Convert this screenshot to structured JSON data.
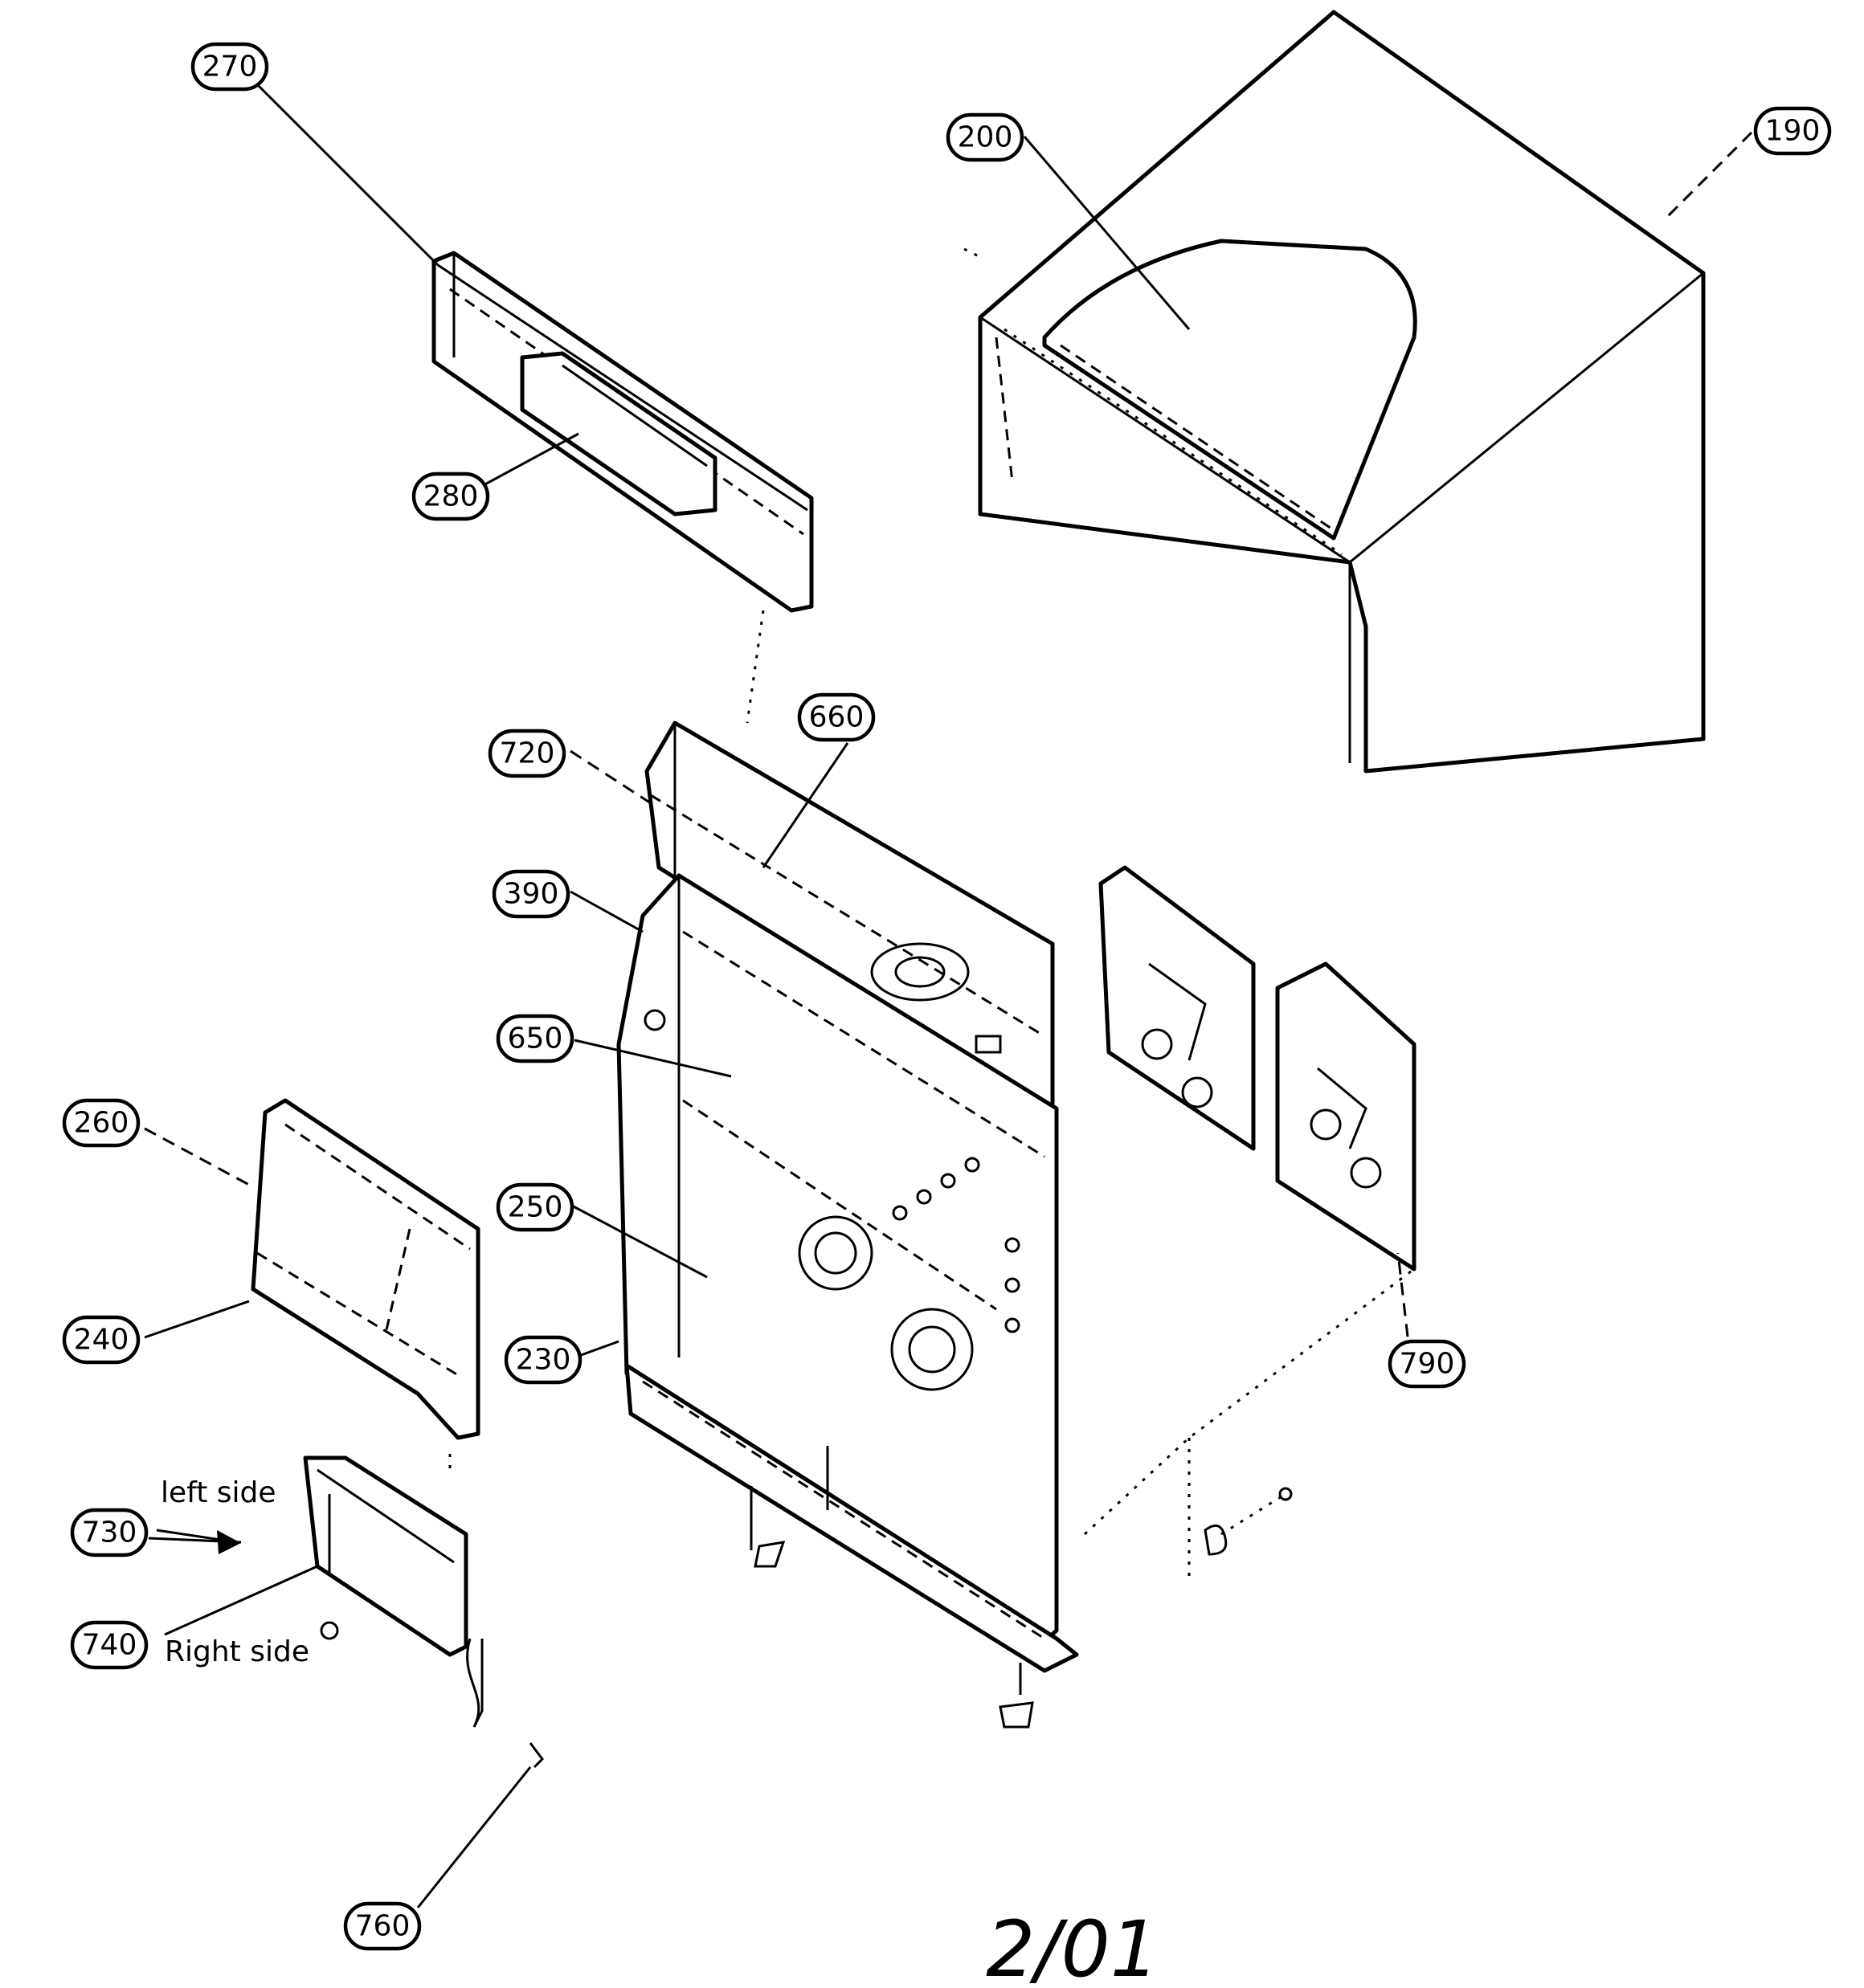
{
  "callouts": {
    "c270": "270",
    "c280": "280",
    "c200": "200",
    "c190": "190",
    "c660": "660",
    "c720": "720",
    "c390": "390",
    "c650": "650",
    "c260": "260",
    "c250": "250",
    "c240": "240",
    "c230": "230",
    "c790": "790",
    "c730": "730",
    "c740": "740",
    "c760": "760"
  },
  "side_labels": {
    "left": "left side",
    "right": "Right side"
  },
  "footer": {
    "date": "2/01"
  }
}
